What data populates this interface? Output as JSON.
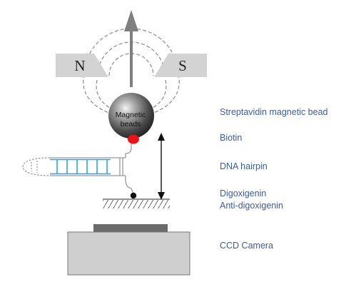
{
  "magnet": {
    "north": "N",
    "south": "S"
  },
  "bead": {
    "line1": "Magnetic",
    "line2": "beads"
  },
  "labels": {
    "streptavidin": "Streptavidin magnetic bead",
    "biotin": "Biotin",
    "hairpin": "DNA hairpin",
    "digoxigenin": "Digoxigenin",
    "anti_digoxigenin": "Anti-digoxigenin",
    "ccd": "CCD Camera"
  },
  "colors": {
    "label_text": "#3a5ba7",
    "magnet": "#d3d3d3",
    "field_lines": "#8c8c8c",
    "arrow": "#7f7f7f",
    "biotin": "#ee1111",
    "hairpin_stem": "#28a8e0",
    "camera_body": "#cfcfcf",
    "camera_sensor": "#6b6b6b",
    "digoxigenin": "#111111"
  }
}
